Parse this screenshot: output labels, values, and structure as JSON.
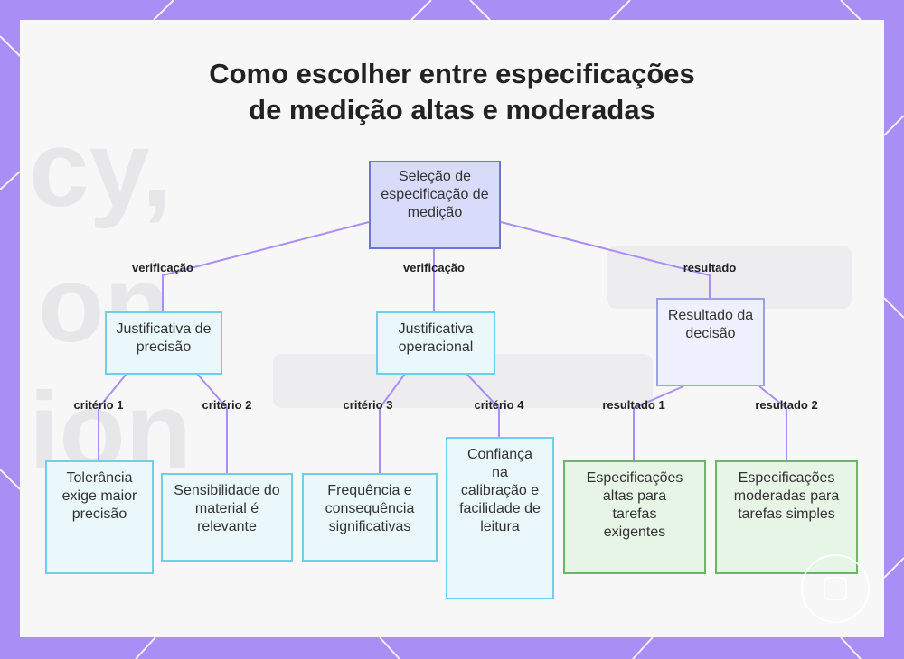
{
  "title": {
    "line1": "Como escolher entre especificações",
    "line2": "de medição altas e moderadas"
  },
  "nodes": {
    "root": "Seleção de especificação de medição",
    "just_precisao": "Justificativa de precisão",
    "just_operacional": "Justificativa operacional",
    "resultado_decisao": "Resultado da decisão",
    "tolerancia": "Tolerância exige maior precisão",
    "sensibilidade": "Sensibilidade do material é relevante",
    "frequencia": "Frequência e consequência significativas",
    "confianca": "Confiança na calibração e facilidade de leitura",
    "altas": "Especificações altas para tarefas exigentes",
    "moderadas": "Especificações moderadas para tarefas simples"
  },
  "edge_labels": {
    "verificacao_1": "verificação",
    "verificacao_2": "verificação",
    "resultado": "resultado",
    "criterio_1": "critério 1",
    "criterio_2": "critério 2",
    "criterio_3": "critério 3",
    "criterio_4": "critério 4",
    "resultado_1": "resultado 1",
    "resultado_2": "resultado 2"
  },
  "colors": {
    "frame": "#a98ef5",
    "connector": "#a98ef5",
    "root_fill": "#d8dcfa",
    "root_border": "#6f76cf",
    "cyan_border": "#6ed0e6",
    "green_border": "#67b765"
  },
  "icons": {
    "watermark": "seal-icon"
  }
}
